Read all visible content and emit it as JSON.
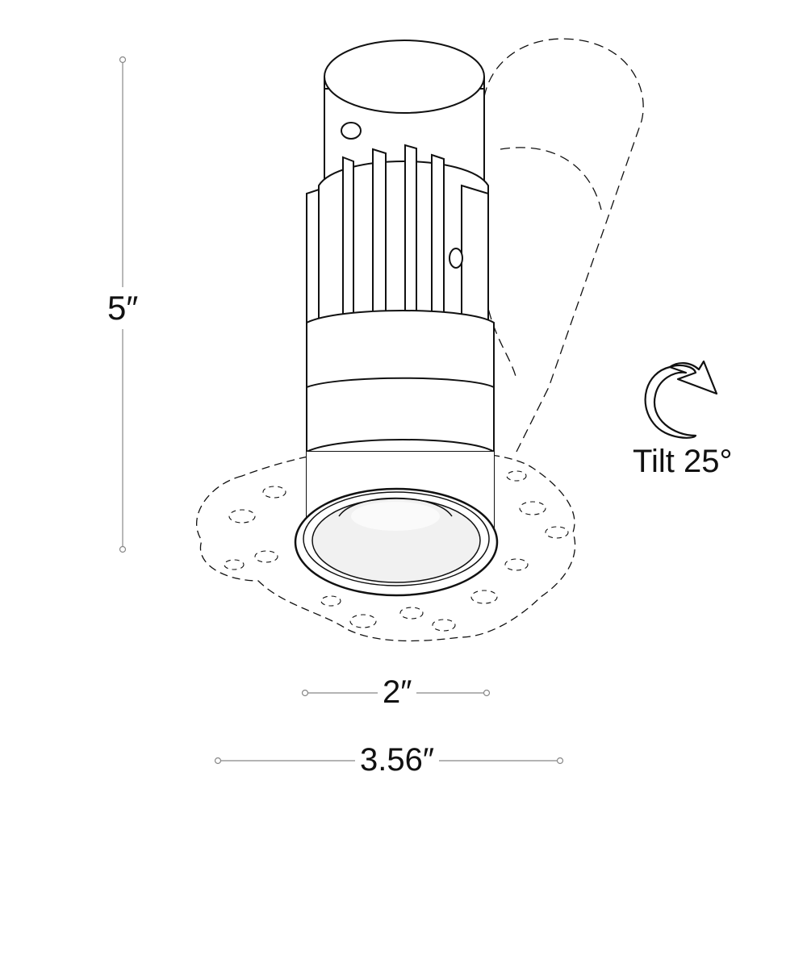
{
  "dimensions": {
    "height": "5″",
    "inner_diameter": "2″",
    "outer_diameter": "3.56″"
  },
  "tilt": {
    "label": "Tilt 25°",
    "icon": "rotate-arrow-icon"
  },
  "colors": {
    "line": "#111111",
    "dimension_line": "#888888",
    "body_fill": "#ffffff"
  }
}
